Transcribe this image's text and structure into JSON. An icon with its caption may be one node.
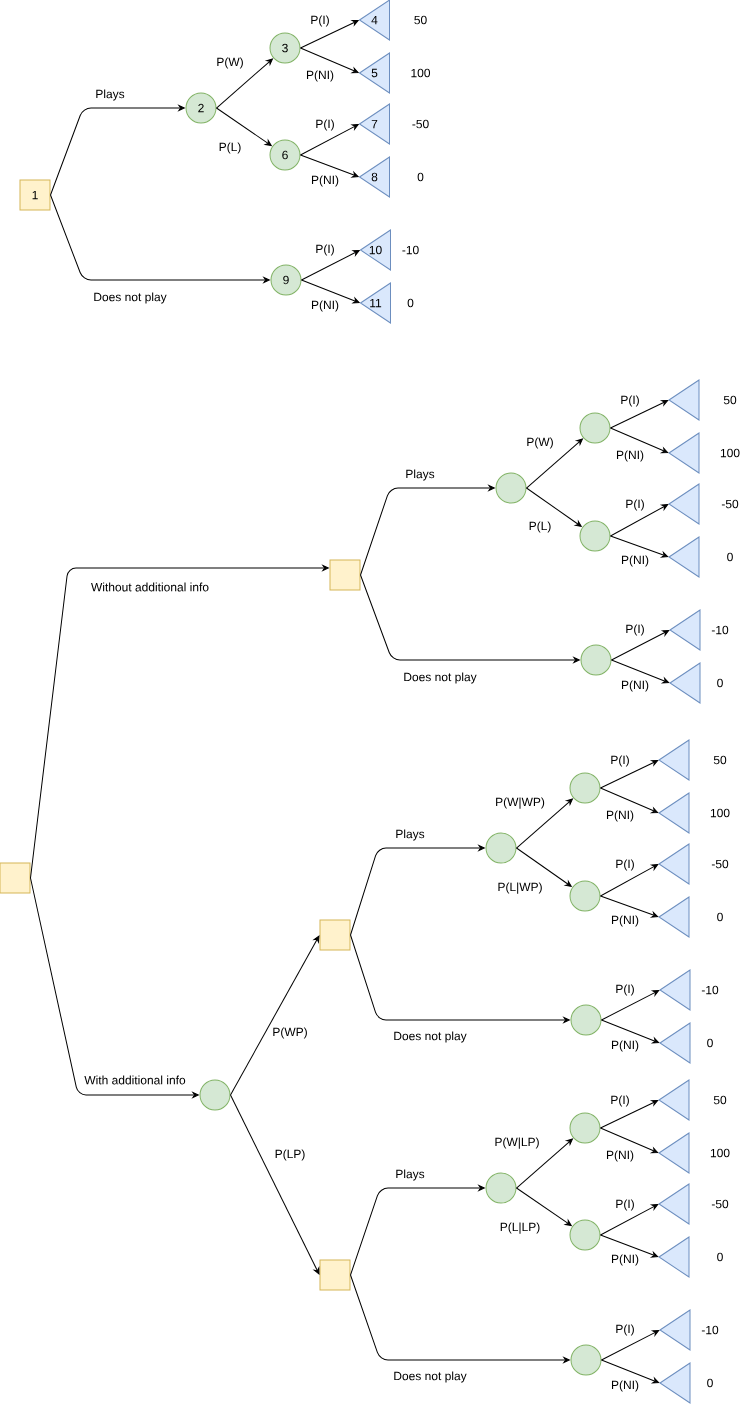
{
  "diagram": {
    "nodes": [
      {
        "text": [
          "1"
        ]
      },
      {
        "text": [
          "2"
        ]
      },
      {
        "text": [
          "3"
        ]
      },
      {
        "text": [
          "4"
        ],
        "beside": [
          "50"
        ]
      },
      {
        "text": [
          "5"
        ],
        "beside": [
          "100"
        ]
      },
      {
        "text": [
          "6"
        ]
      },
      {
        "text": [
          "7"
        ],
        "beside": [
          "-50"
        ]
      },
      {
        "text": [
          "8"
        ],
        "beside": [
          "0"
        ]
      },
      {
        "text": [
          "9"
        ]
      },
      {
        "text": [
          "10"
        ],
        "beside": [
          "-10"
        ]
      },
      {
        "text": [
          "11"
        ],
        "beside": [
          "0"
        ]
      },
      {
        "text": [],
        "shape": "box"
      },
      {
        "text": [],
        "shape": "box"
      },
      {
        "text": [],
        "shape": "circle"
      },
      {
        "text": [],
        "shape": "circle"
      },
      {
        "text": [],
        "shape": "triangle",
        "beside": [
          "50"
        ]
      },
      {
        "text": [],
        "shape": "triangle",
        "beside": [
          "100"
        ]
      },
      {
        "text": [],
        "shape": "circle"
      },
      {
        "text": [],
        "shape": "triangle",
        "beside": [
          "-50"
        ]
      },
      {
        "text": [],
        "shape": "triangle",
        "beside": [
          "0"
        ]
      },
      {
        "text": [],
        "shape": "circle"
      },
      {
        "text": [],
        "shape": "triangle",
        "beside": [
          "-10"
        ]
      },
      {
        "text": [],
        "shape": "triangle",
        "beside": [
          "0"
        ]
      },
      {
        "text": [],
        "shape": "circle"
      },
      {
        "text": [],
        "shape": "box"
      },
      {
        "text": [],
        "shape": "circle"
      },
      {
        "text": [],
        "shape": "circle"
      },
      {
        "text": [],
        "shape": "triangle",
        "beside": [
          "50"
        ]
      },
      {
        "text": [],
        "shape": "triangle",
        "beside": [
          "100"
        ]
      },
      {
        "text": [],
        "shape": "circle"
      },
      {
        "text": [],
        "shape": "triangle",
        "beside": [
          "-50"
        ]
      },
      {
        "text": [],
        "shape": "triangle",
        "beside": [
          "0"
        ]
      },
      {
        "text": [],
        "shape": "circle"
      },
      {
        "text": [],
        "shape": "triangle",
        "beside": [
          "-10"
        ]
      },
      {
        "text": [],
        "shape": "triangle",
        "beside": [
          "0"
        ]
      },
      {
        "text": [],
        "shape": "box"
      },
      {
        "text": [],
        "shape": "circle"
      },
      {
        "text": [],
        "shape": "circle"
      },
      {
        "text": [],
        "shape": "triangle",
        "beside": [
          "50"
        ]
      },
      {
        "text": [],
        "shape": "triangle",
        "beside": [
          "100"
        ]
      },
      {
        "text": [],
        "shape": "circle"
      },
      {
        "text": [],
        "shape": "triangle",
        "beside": [
          "-50"
        ]
      },
      {
        "text": [],
        "shape": "triangle",
        "beside": [
          "0"
        ]
      },
      {
        "text": [],
        "shape": "circle"
      },
      {
        "text": [],
        "shape": "triangle",
        "beside": [
          "-10"
        ]
      },
      {
        "text": [],
        "shape": "triangle",
        "beside": [
          "0"
        ]
      }
    ],
    "edges": [
      {
        "from": 0,
        "to": 1,
        "arrow": "to",
        "label": "Plays"
      },
      {
        "from": 1,
        "to": 2,
        "arrow": "to",
        "label": "P(W)"
      },
      {
        "from": 2,
        "to": 3,
        "arrow": "to",
        "label": "P(I)"
      },
      {
        "from": 2,
        "to": 4,
        "arrow": "to",
        "label": "P(NI)"
      },
      {
        "from": 1,
        "to": 5,
        "arrow": "to",
        "label": "P(L)"
      },
      {
        "from": 5,
        "to": 6,
        "arrow": "to",
        "label": "P(I)"
      },
      {
        "from": 5,
        "to": 7,
        "arrow": "to",
        "label": "P(NI)"
      },
      {
        "from": 0,
        "to": 8,
        "arrow": "to",
        "label": "Does not play"
      },
      {
        "from": 8,
        "to": 9,
        "arrow": "to",
        "label": "P(I)"
      },
      {
        "from": 8,
        "to": 10,
        "arrow": "to",
        "label": "P(NI)"
      },
      {
        "from": 11,
        "to": 12,
        "arrow": "to",
        "label": "Without additional info"
      },
      {
        "from": 12,
        "to": 13,
        "arrow": "to",
        "label": "Plays"
      },
      {
        "from": 13,
        "to": 14,
        "arrow": "to",
        "label": "P(W)"
      },
      {
        "from": 14,
        "to": 15,
        "arrow": "to",
        "label": "P(I)"
      },
      {
        "from": 14,
        "to": 16,
        "arrow": "to",
        "label": "P(NI)"
      },
      {
        "from": 13,
        "to": 17,
        "arrow": "to",
        "label": "P(L)"
      },
      {
        "from": 17,
        "to": 18,
        "arrow": "to",
        "label": "P(I)"
      },
      {
        "from": 17,
        "to": 19,
        "arrow": "to",
        "label": "P(NI)"
      },
      {
        "from": 12,
        "to": 20,
        "arrow": "to",
        "label": "Does not play"
      },
      {
        "from": 20,
        "to": 21,
        "arrow": "to",
        "label": "P(I)"
      },
      {
        "from": 20,
        "to": 22,
        "arrow": "to",
        "label": "P(NI)"
      },
      {
        "from": 11,
        "to": 23,
        "arrow": "to",
        "label": "With additional info"
      },
      {
        "from": 23,
        "to": 24,
        "arrow": "to",
        "label": "P(WP)"
      },
      {
        "from": 24,
        "to": 25,
        "arrow": "to",
        "label": "Plays"
      },
      {
        "from": 25,
        "to": 26,
        "arrow": "to",
        "label": "P(W|WP)"
      },
      {
        "from": 26,
        "to": 27,
        "arrow": "to",
        "label": "P(I)"
      },
      {
        "from": 26,
        "to": 28,
        "arrow": "to",
        "label": "P(NI)"
      },
      {
        "from": 25,
        "to": 29,
        "arrow": "to",
        "label": "P(L|WP)"
      },
      {
        "from": 29,
        "to": 30,
        "arrow": "to",
        "label": "P(I)"
      },
      {
        "from": 29,
        "to": 31,
        "arrow": "to",
        "label": "P(NI)"
      },
      {
        "from": 24,
        "to": 32,
        "arrow": "to",
        "label": "Does not play"
      },
      {
        "from": 32,
        "to": 33,
        "arrow": "to",
        "label": "P(I)"
      },
      {
        "from": 32,
        "to": 34,
        "arrow": "to",
        "label": "P(NI)"
      },
      {
        "from": 23,
        "to": 35,
        "arrow": "to",
        "label": "P(LP)"
      },
      {
        "from": 35,
        "to": 36,
        "arrow": "to",
        "label": "Plays"
      },
      {
        "from": 36,
        "to": 37,
        "arrow": "to",
        "label": "P(W|LP)"
      },
      {
        "from": 37,
        "to": 38,
        "arrow": "to",
        "label": "P(I)"
      },
      {
        "from": 37,
        "to": 39,
        "arrow": "to",
        "label": "P(NI)"
      },
      {
        "from": 36,
        "to": 40,
        "arrow": "to",
        "label": "P(L|LP)"
      },
      {
        "from": 40,
        "to": 41,
        "arrow": "to",
        "label": "P(I)"
      },
      {
        "from": 40,
        "to": 42,
        "arrow": "to",
        "label": "P(NI)"
      },
      {
        "from": 35,
        "to": 43,
        "arrow": "to",
        "label": "Does not play"
      },
      {
        "from": 43,
        "to": 44,
        "arrow": "to",
        "label": "P(I)"
      },
      {
        "from": 43,
        "to": 45,
        "arrow": "to",
        "label": "P(NI)"
      }
    ]
  }
}
